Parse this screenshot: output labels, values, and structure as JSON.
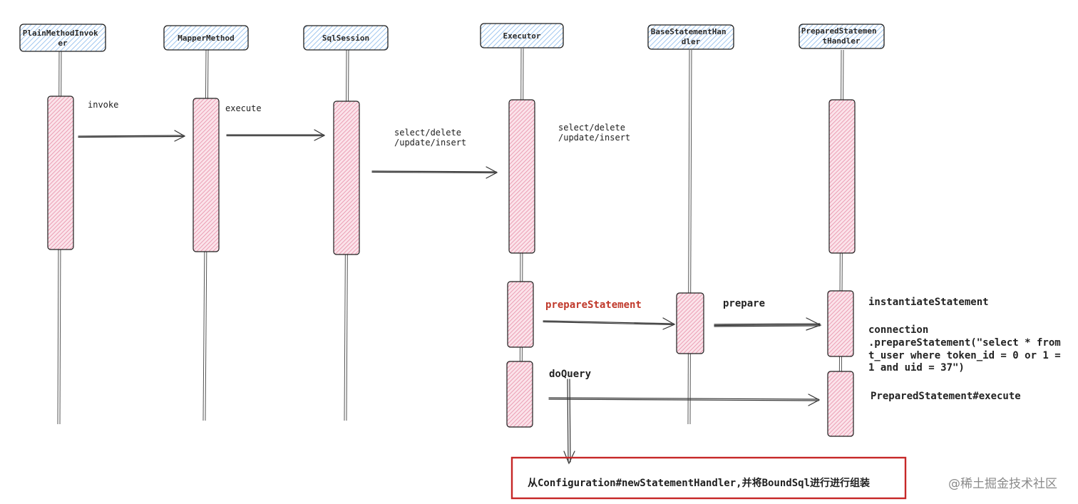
{
  "participants": [
    {
      "id": "plain_method_invoker",
      "lines": [
        "PlainMethodInvok",
        "er"
      ]
    },
    {
      "id": "mapper_method",
      "lines": [
        "MapperMethod"
      ]
    },
    {
      "id": "sql_session",
      "lines": [
        "SqlSession"
      ]
    },
    {
      "id": "executor",
      "lines": [
        "Executor"
      ]
    },
    {
      "id": "base_statement_handler",
      "lines": [
        "BaseStatementHan",
        "dler"
      ]
    },
    {
      "id": "prepared_statement_handler",
      "lines": [
        "PreparedStatemen",
        "tHandler"
      ]
    }
  ],
  "messages": [
    {
      "id": "invoke",
      "lines": [
        "invoke"
      ]
    },
    {
      "id": "execute",
      "lines": [
        "execute"
      ]
    },
    {
      "id": "select_sql",
      "lines": [
        "select/delete",
        "/update/insert"
      ]
    },
    {
      "id": "select_exec",
      "lines": [
        "select/delete",
        "/update/insert"
      ]
    },
    {
      "id": "prepare_statement",
      "lines": [
        "prepareStatement"
      ]
    },
    {
      "id": "prepare",
      "lines": [
        "prepare"
      ]
    },
    {
      "id": "instantiate_statement",
      "lines": [
        "instantiateStatement"
      ]
    },
    {
      "id": "connection_prepare",
      "lines": [
        "connection",
        ".prepareStatement(\"select * from",
        "t_user where token_id = 0 or 1 =",
        "1 and uid = 37\")"
      ]
    },
    {
      "id": "do_query",
      "lines": [
        "doQuery"
      ]
    },
    {
      "id": "ps_execute",
      "lines": [
        "PreparedStatement#execute"
      ]
    }
  ],
  "note": {
    "text": "从Configuration#newStatementHandler,并将BoundSql进行进行组装"
  },
  "watermark": {
    "text": "@稀土掘金技术社区"
  },
  "colors": {
    "header_fill": "#bcd9f5",
    "header_stroke": "#1e1e1e",
    "activation_fill": "#f3bccb",
    "activation_stroke": "#1e1e1e",
    "lifeline": "#555555",
    "arrow": "#333333",
    "note_border": "#c62828",
    "accent_red": "#c0392b"
  }
}
